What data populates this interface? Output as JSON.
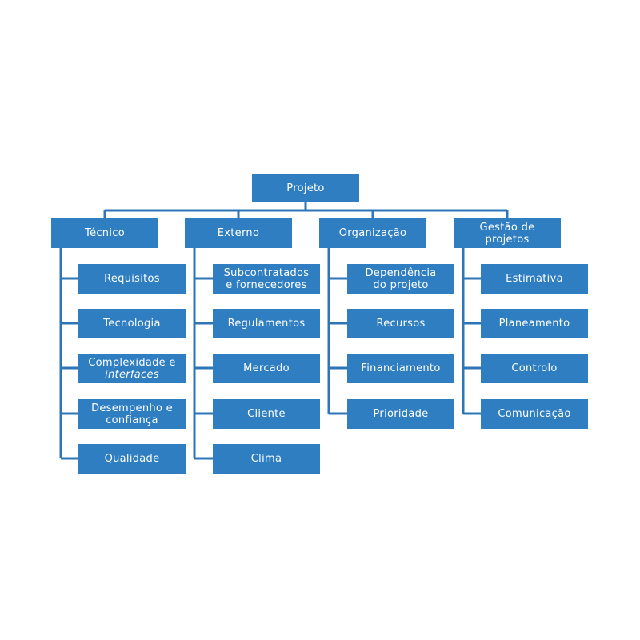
{
  "colors": {
    "box_fill": "#2E7EC1",
    "connector": "#2D75B6",
    "text": "#FFFFFF",
    "background": "#FFFFFF"
  },
  "root": {
    "label": "Projeto"
  },
  "categories": [
    {
      "label": [
        "Técnico"
      ],
      "children": [
        {
          "lines": [
            "Requisitos"
          ]
        },
        {
          "lines": [
            "Tecnologia"
          ]
        },
        {
          "lines": [
            "Complexidade e",
            "interfaces"
          ],
          "italic_line": 1
        },
        {
          "lines": [
            "Desempenho e",
            "confiança"
          ]
        },
        {
          "lines": [
            "Qualidade"
          ]
        }
      ]
    },
    {
      "label": [
        "Externo"
      ],
      "children": [
        {
          "lines": [
            "Subcontratados",
            "e fornecedores"
          ]
        },
        {
          "lines": [
            "Regulamentos"
          ]
        },
        {
          "lines": [
            "Mercado"
          ]
        },
        {
          "lines": [
            "Cliente"
          ]
        },
        {
          "lines": [
            "Clima"
          ]
        }
      ]
    },
    {
      "label": [
        "Organização"
      ],
      "children": [
        {
          "lines": [
            "Dependência",
            "do projeto"
          ]
        },
        {
          "lines": [
            "Recursos"
          ]
        },
        {
          "lines": [
            "Financiamento"
          ]
        },
        {
          "lines": [
            "Prioridade"
          ]
        }
      ]
    },
    {
      "label": [
        "Gestão de",
        "projetos"
      ],
      "children": [
        {
          "lines": [
            "Estimativa"
          ]
        },
        {
          "lines": [
            "Planeamento"
          ]
        },
        {
          "lines": [
            "Controlo"
          ]
        },
        {
          "lines": [
            "Comunicação"
          ]
        }
      ]
    }
  ]
}
